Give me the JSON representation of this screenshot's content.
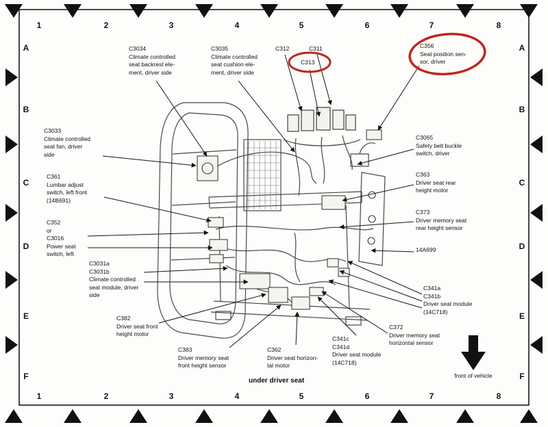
{
  "page": {
    "caption": "under driver seat",
    "front_of_vehicle": "front of vehicle"
  },
  "grid": {
    "columns": [
      "1",
      "2",
      "3",
      "4",
      "5",
      "6",
      "7",
      "8"
    ],
    "rows": [
      "A",
      "B",
      "C",
      "D",
      "E",
      "F"
    ]
  },
  "colors": {
    "highlight_red": "#c4251b",
    "line_black": "#141414"
  },
  "callouts": [
    {
      "id": "C3034",
      "text": "C3034\nClimate controlled\nseat backrest ele-\nment, driver side",
      "highlighted": false
    },
    {
      "id": "C3035",
      "text": "C3035\nClimate controlled\nseat cushion ele-\nment, driver side",
      "highlighted": false
    },
    {
      "id": "C312",
      "text": "C312",
      "highlighted": false
    },
    {
      "id": "C311",
      "text": "C311",
      "highlighted": false
    },
    {
      "id": "C313",
      "text": "C313",
      "highlighted": true
    },
    {
      "id": "C356",
      "text": "C356\nSeat position sen-\nsor, driver",
      "highlighted": true
    },
    {
      "id": "C3033",
      "text": "C3033\nClimate controlled\nseat fan, driver\nside",
      "highlighted": false
    },
    {
      "id": "C361",
      "text": "C361\nLumbar adjust\nswitch, left front\n(14B691)",
      "highlighted": false
    },
    {
      "id": "C3065",
      "text": "C3065\nSafety belt buckle\nswitch, driver",
      "highlighted": false
    },
    {
      "id": "C363",
      "text": "C363\nDriver seat rear\nheight motor",
      "highlighted": false
    },
    {
      "id": "C373",
      "text": "C373\nDriver memory seat\nrear height sensor",
      "highlighted": false
    },
    {
      "id": "14A699",
      "text": "14A699",
      "highlighted": false
    },
    {
      "id": "C352",
      "text": "C352\nor\nC3016\nPower seat\nswitch, left",
      "highlighted": false
    },
    {
      "id": "C3031",
      "text": "C3031a\nC3031b\nClimate controlled\nseat module, driver\nside",
      "highlighted": false
    },
    {
      "id": "C341ab",
      "text": "C341a\nC341b\nDriver seat module\n(14C718)",
      "highlighted": false
    },
    {
      "id": "C382",
      "text": "C382\nDriver seat front\nheight motor",
      "highlighted": false
    },
    {
      "id": "C372",
      "text": "C372\nDriver memory seat\nhorizontal sensor",
      "highlighted": false
    },
    {
      "id": "C383",
      "text": "C383\nDriver memory seat\nfront height sensor",
      "highlighted": false
    },
    {
      "id": "C362",
      "text": "C362\nDriver seat horizon-\ntal motor",
      "highlighted": false
    },
    {
      "id": "C341cd",
      "text": "C341c\nC341d\nDriver seat module\n(14C718)",
      "highlighted": false
    }
  ]
}
